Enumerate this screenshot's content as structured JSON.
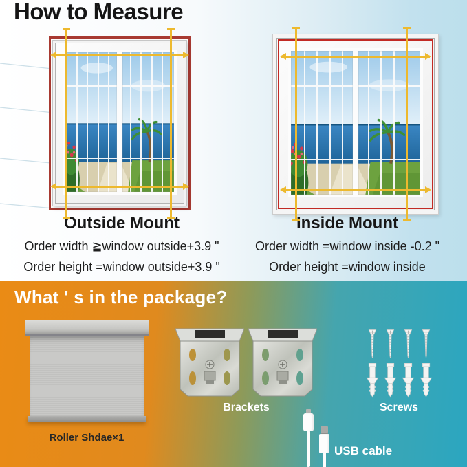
{
  "title": "How to Measure",
  "outside": {
    "heading": "Outside Mount",
    "line1": "Order width ≧window outside+3.9 \"",
    "line2": "Order height =window outside+3.9 \""
  },
  "inside": {
    "heading": "Inside Mount",
    "line1": "Order width =window inside -0.2 \"",
    "line2": "Order height =window inside"
  },
  "package": {
    "heading": "What ' s in the package?",
    "items": [
      {
        "name": "roller-shade",
        "label": "Roller Shdae×1",
        "count": 1
      },
      {
        "name": "brackets",
        "label": "Brackets",
        "count": 2
      },
      {
        "name": "screws",
        "label": "Screws",
        "screw_count": 4,
        "anchor_count": 4
      },
      {
        "name": "usb-cable",
        "label": "USB cable",
        "count": 1
      }
    ]
  },
  "colors": {
    "measure_line_yellow": "#EDB92E",
    "outside_outline_red": "#A83A32",
    "inside_outline_red": "#C22A24",
    "package_gradient_left": "#E8891B",
    "package_gradient_right": "#2BA6C0"
  }
}
